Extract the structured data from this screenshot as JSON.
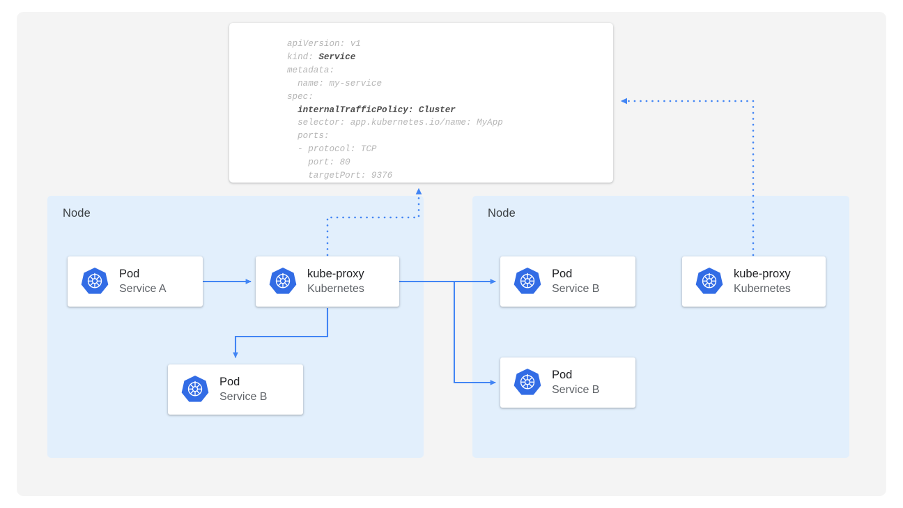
{
  "canvas": {
    "background_color": "#f4f4f4",
    "page_background_color": "#ffffff"
  },
  "colors": {
    "node_fill": "#e2effc",
    "accent_blue": "#4285f4",
    "arrow_blue": "#4285f4",
    "logo_blue": "#326ce5",
    "title_text": "#202124",
    "subtitle_text": "#5f6368",
    "yaml_text": "#b6b6b6",
    "yaml_emphasis_text": "#4d4d4d",
    "card_white": "#ffffff"
  },
  "spec_panel": {
    "name": "service-yaml-manifest",
    "lines": [
      {
        "text": "apiVersion: v1",
        "bold": false
      },
      {
        "text": "kind: ",
        "bold_suffix": "Service",
        "bold": false
      },
      {
        "text": "metadata:",
        "bold": false
      },
      {
        "text": "  name: my-service",
        "bold": false
      },
      {
        "text": "spec:",
        "bold": false
      },
      {
        "text": "  internalTrafficPolicy: Cluster",
        "bold": true
      },
      {
        "text": "  selector: app.kubernetes.io/name: MyApp",
        "bold": false
      },
      {
        "text": "  ports:",
        "bold": false
      },
      {
        "text": "  - protocol: TCP",
        "bold": false
      },
      {
        "text": "    port: 80",
        "bold": false
      },
      {
        "text": "    targetPort: 9376",
        "bold": false
      }
    ],
    "plain_text": "apiVersion: v1\nkind: Service\nmetadata:\n  name: my-service\nspec:\n  internalTrafficPolicy: Cluster\n  selector: app.kubernetes.io/name: MyApp\n  ports:\n  - protocol: TCP\n    port: 80\n    targetPort: 9376"
  },
  "nodes": [
    {
      "id": "node-left",
      "label": "Node"
    },
    {
      "id": "node-right",
      "label": "Node"
    }
  ],
  "entities": {
    "pod_service_a": {
      "title": "Pod",
      "subtitle": "Service A",
      "icon": "kubernetes-icon"
    },
    "kube_proxy_left": {
      "title": "kube-proxy",
      "subtitle": "Kubernetes",
      "icon": "kubernetes-icon"
    },
    "pod_service_b_left": {
      "title": "Pod",
      "subtitle": "Service B",
      "icon": "kubernetes-icon"
    },
    "pod_service_b_right_top": {
      "title": "Pod",
      "subtitle": "Service B",
      "icon": "kubernetes-icon"
    },
    "pod_service_b_right_bottom": {
      "title": "Pod",
      "subtitle": "Service B",
      "icon": "kubernetes-icon"
    },
    "kube_proxy_right": {
      "title": "kube-proxy",
      "subtitle": "Kubernetes",
      "icon": "kubernetes-icon"
    }
  },
  "connections": [
    {
      "name": "pod-a-to-kube-proxy",
      "style": "solid",
      "from": "pod_service_a",
      "to": "kube_proxy_left"
    },
    {
      "name": "kube-proxy-to-local-pod-b",
      "style": "solid",
      "from": "kube_proxy_left",
      "to": "pod_service_b_left"
    },
    {
      "name": "kube-proxy-to-remote-pod-b-top",
      "style": "solid",
      "from": "kube_proxy_left",
      "to": "pod_service_b_right_top"
    },
    {
      "name": "kube-proxy-to-remote-pod-b-bottom",
      "style": "solid",
      "from": "kube_proxy_left",
      "to": "pod_service_b_right_bottom"
    },
    {
      "name": "kube-proxy-left-to-spec",
      "style": "dotted",
      "from": "kube_proxy_left",
      "to": "spec_panel"
    },
    {
      "name": "kube-proxy-right-to-spec",
      "style": "dotted",
      "from": "kube_proxy_right",
      "to": "spec_panel"
    }
  ]
}
